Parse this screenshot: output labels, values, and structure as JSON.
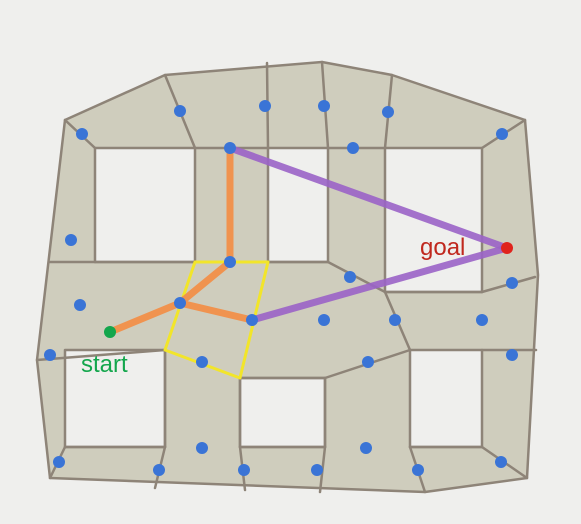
{
  "labels": {
    "start": "start",
    "goal": "goal"
  },
  "colors": {
    "background": "#efefed",
    "region_fill": "#cfcdbd",
    "hole_fill": "#efefed",
    "region_edge": "#8e8478",
    "node": "#3a74d6",
    "start": "#13a64c",
    "goal": "#e0231c",
    "path_orange": "#f0934f",
    "path_purple": "#9a63c7",
    "portal_yellow": "#f2e52a"
  },
  "icons": {
    "node": "blue-circle-node",
    "start": "green-circle-marker",
    "goal": "red-circle-marker"
  }
}
